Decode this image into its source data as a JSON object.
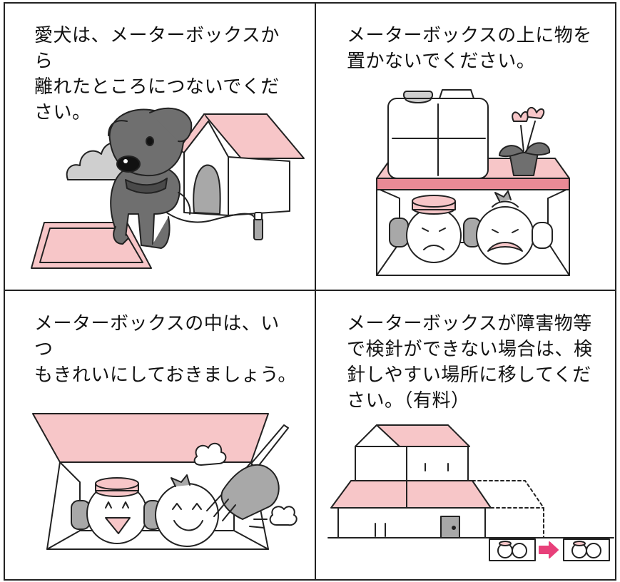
{
  "panels": [
    {
      "id": "dog",
      "caption": "愛犬は、メーターボックスから\n離れたところにつないでくだ\nさい。"
    },
    {
      "id": "nothing-on-top",
      "caption": "メーターボックスの上に物を\n置かないでください。"
    },
    {
      "id": "keep-clean",
      "caption": "メーターボックスの中は、いつ\nもきれいにしておきましょう。"
    },
    {
      "id": "relocate",
      "caption": "メーターボックスが障害物等\nで検針ができない場合は、検\n針しやすい場所に移してくだ\nさい。（有料）"
    }
  ],
  "colors": {
    "pink": "#f7c6c8",
    "pink_dark": "#e98a96",
    "gray_dog": "#6f6f6f",
    "gray_light": "#cfcfcf",
    "gray_mid": "#a8a8a8",
    "line": "#222222",
    "arrow": "#e8407a"
  },
  "icons": {
    "dog": "dog-illustration",
    "doghouse": "doghouse-illustration",
    "meter": "water-meter-character",
    "broom": "broom-illustration",
    "house": "house-illustration",
    "arrow": "arrow-right-icon"
  }
}
